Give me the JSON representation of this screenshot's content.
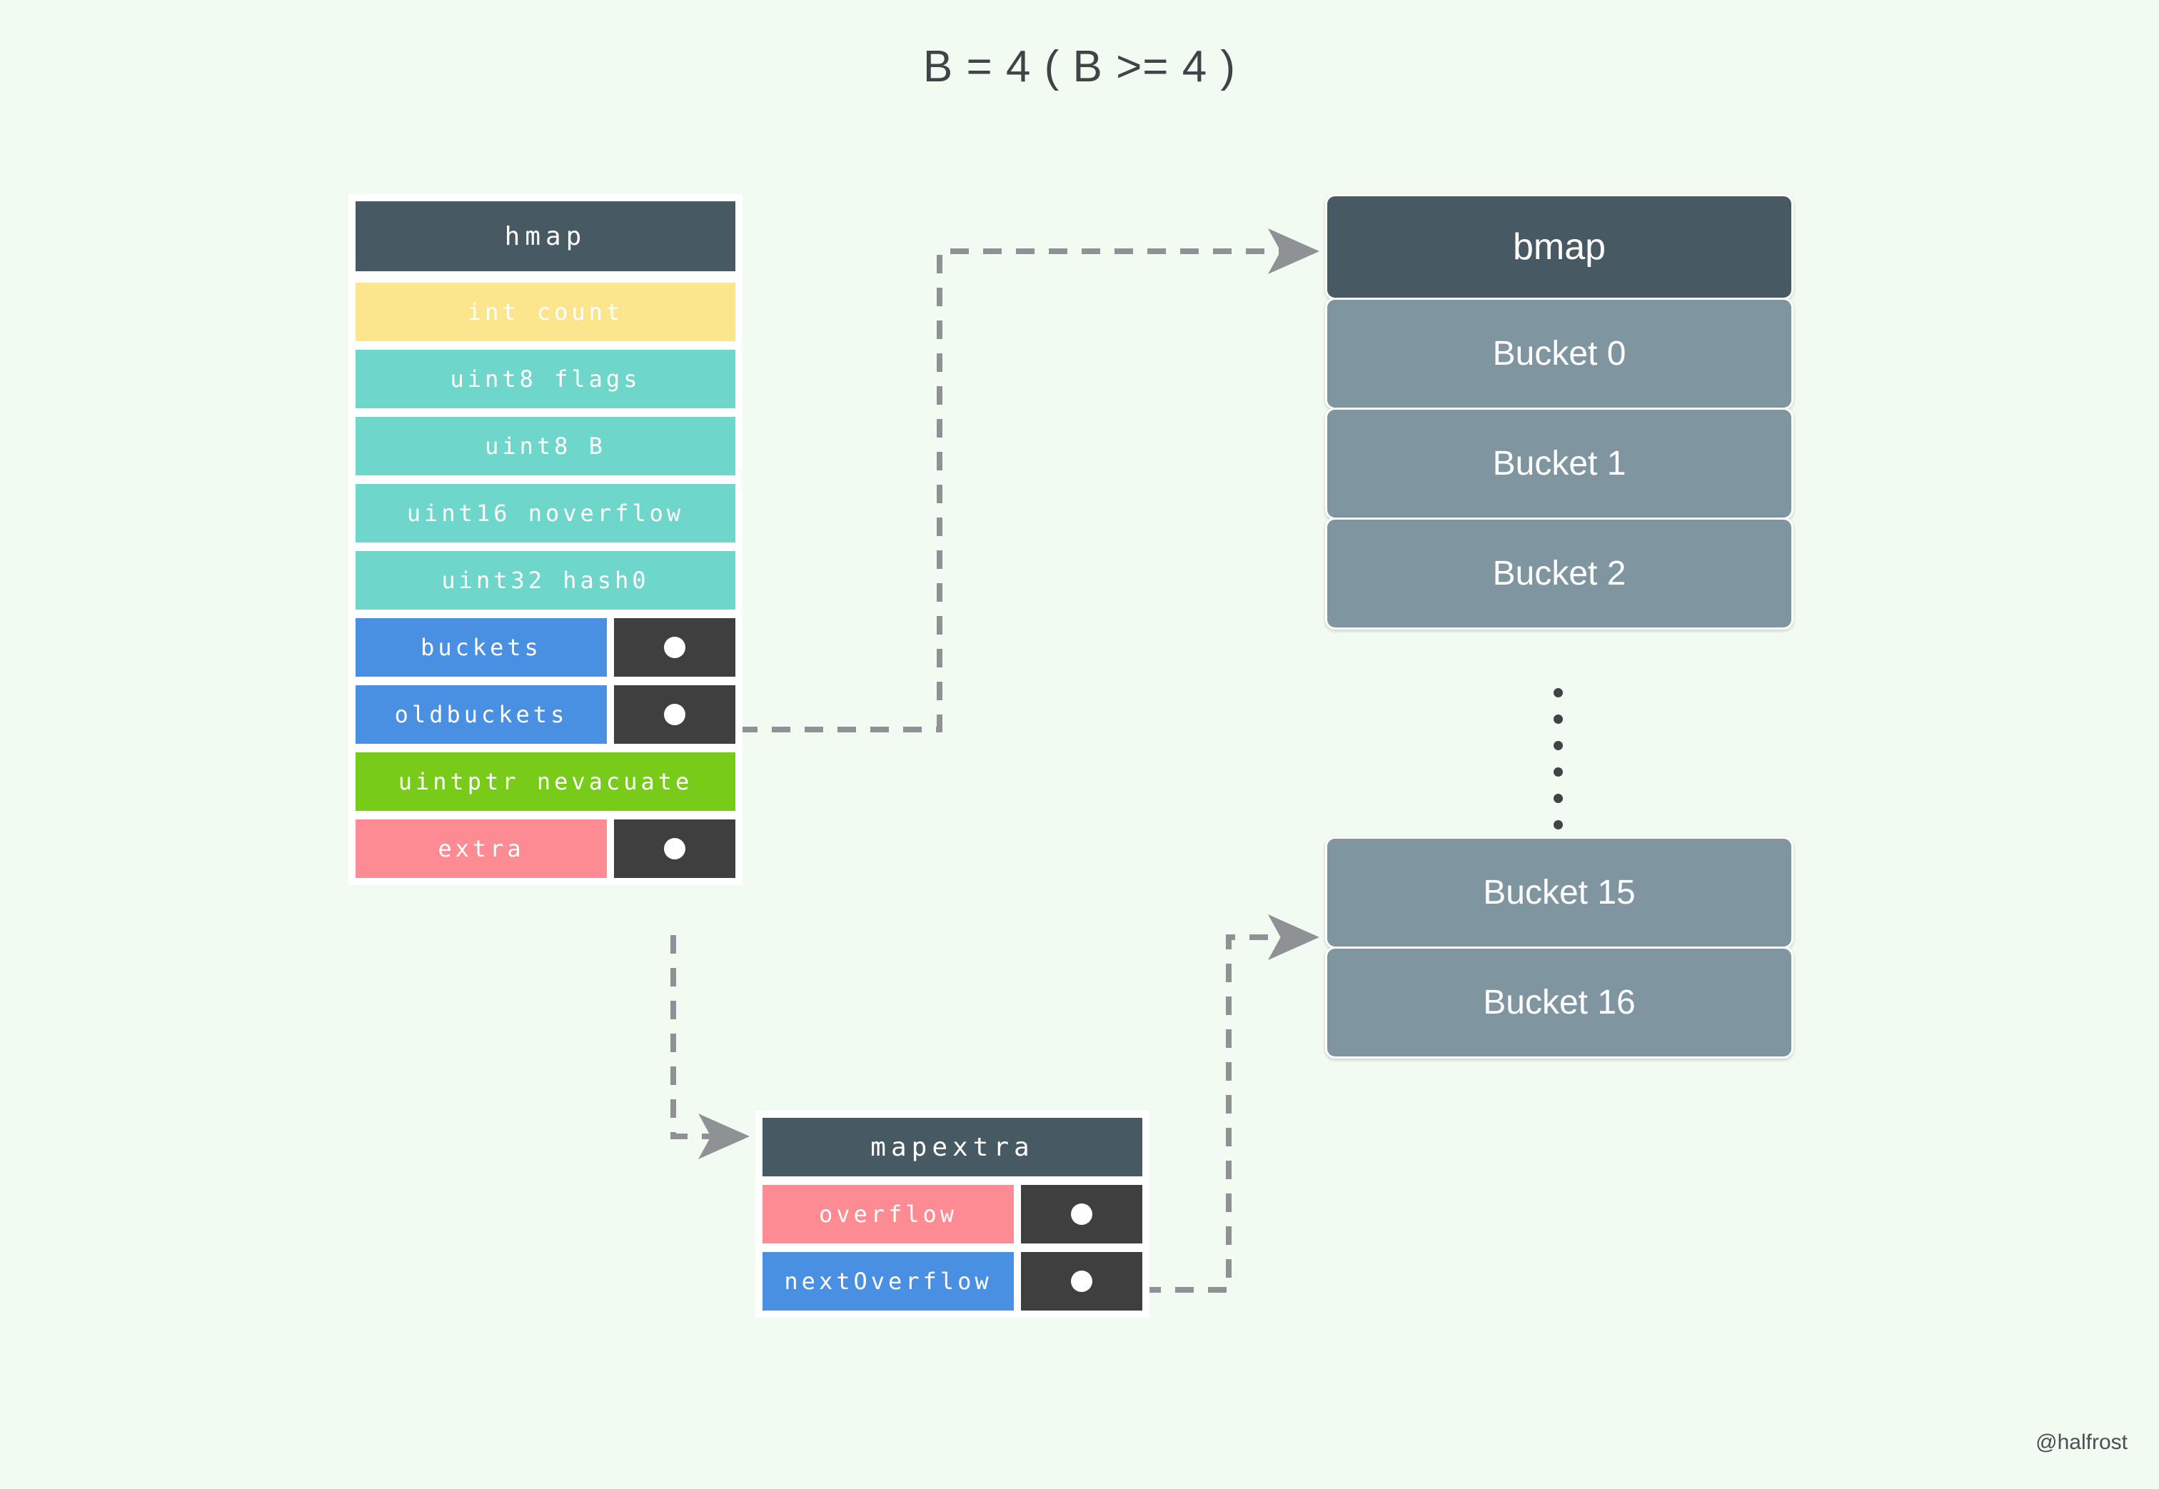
{
  "title": "B = 4 ( B >= 4 )",
  "watermark": "@halfrost",
  "colors": {
    "background": "#f2fbf2",
    "header_dark": "#475a63",
    "pointer_cell": "#403f3f",
    "yellow": "#fce68d",
    "teal": "#6fd6cb",
    "blue": "#4a90e2",
    "green": "#78cc19",
    "pink": "#fc8b93",
    "bucket": "#7f95a0",
    "wire": "#8f9294"
  },
  "hmap": {
    "header": "hmap",
    "fields": [
      {
        "label": "int count",
        "color": "yellow",
        "pointer": false
      },
      {
        "label": "uint8 flags",
        "color": "teal",
        "pointer": false
      },
      {
        "label": "uint8 B",
        "color": "teal",
        "pointer": false
      },
      {
        "label": "uint16 noverflow",
        "color": "teal",
        "pointer": false
      },
      {
        "label": "uint32 hash0",
        "color": "teal",
        "pointer": false
      },
      {
        "label": "buckets",
        "color": "blue",
        "pointer": true
      },
      {
        "label": "oldbuckets",
        "color": "blue",
        "pointer": true
      },
      {
        "label": "uintptr nevacuate",
        "color": "green",
        "pointer": false
      },
      {
        "label": "extra",
        "color": "pink",
        "pointer": true
      }
    ]
  },
  "mapextra": {
    "header": "mapextra",
    "fields": [
      {
        "label": "overflow",
        "color": "pink",
        "pointer": true
      },
      {
        "label": "nextOverflow",
        "color": "blue",
        "pointer": true
      }
    ]
  },
  "bmap": {
    "header": "bmap",
    "buckets_top": [
      "Bucket 0",
      "Bucket 1",
      "Bucket 2"
    ],
    "buckets_bottom": [
      "Bucket 15",
      "Bucket 16"
    ],
    "ellipsis_dots": 6
  },
  "connections": [
    {
      "from": "hmap.buckets",
      "to": "bmap"
    },
    {
      "from": "hmap.extra",
      "to": "mapextra"
    },
    {
      "from": "mapextra.nextOverflow",
      "to": "bucket-15"
    }
  ]
}
